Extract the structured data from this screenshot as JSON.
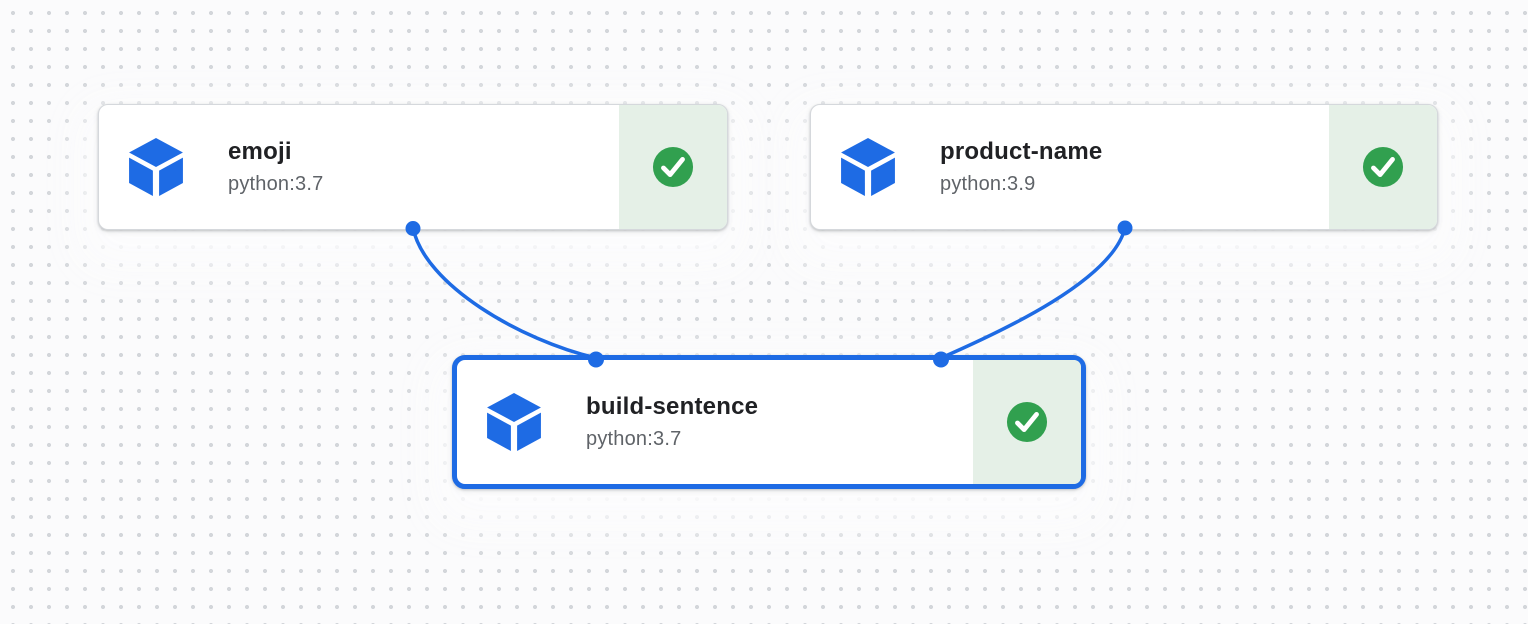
{
  "app": {
    "view": "pipeline-dag-canvas"
  },
  "colors": {
    "canvas-bg": "#fbfbfc",
    "dot": "#d3d6da",
    "accent-blue": "#1e6be4",
    "success-green": "#31a04f",
    "success-bg": "#e5f0e7",
    "node-border": "#d5d8dc",
    "title": "#202124",
    "subtitle": "#5f6368",
    "node-bg": "#ffffff"
  },
  "nodes": [
    {
      "id": "emoji",
      "title": "emoji",
      "subtitle": "python:3.7",
      "status": "succeeded",
      "selected": false,
      "icon": "artifact-cube-icon",
      "status_icon": "check-circle-icon"
    },
    {
      "id": "product-name",
      "title": "product-name",
      "subtitle": "python:3.9",
      "status": "succeeded",
      "selected": false,
      "icon": "artifact-cube-icon",
      "status_icon": "check-circle-icon"
    },
    {
      "id": "build-sentence",
      "title": "build-sentence",
      "subtitle": "python:3.7",
      "status": "succeeded",
      "selected": true,
      "icon": "artifact-cube-icon",
      "status_icon": "check-circle-icon"
    }
  ],
  "edges": [
    {
      "from": "emoji",
      "to": "build-sentence"
    },
    {
      "from": "product-name",
      "to": "build-sentence"
    }
  ]
}
